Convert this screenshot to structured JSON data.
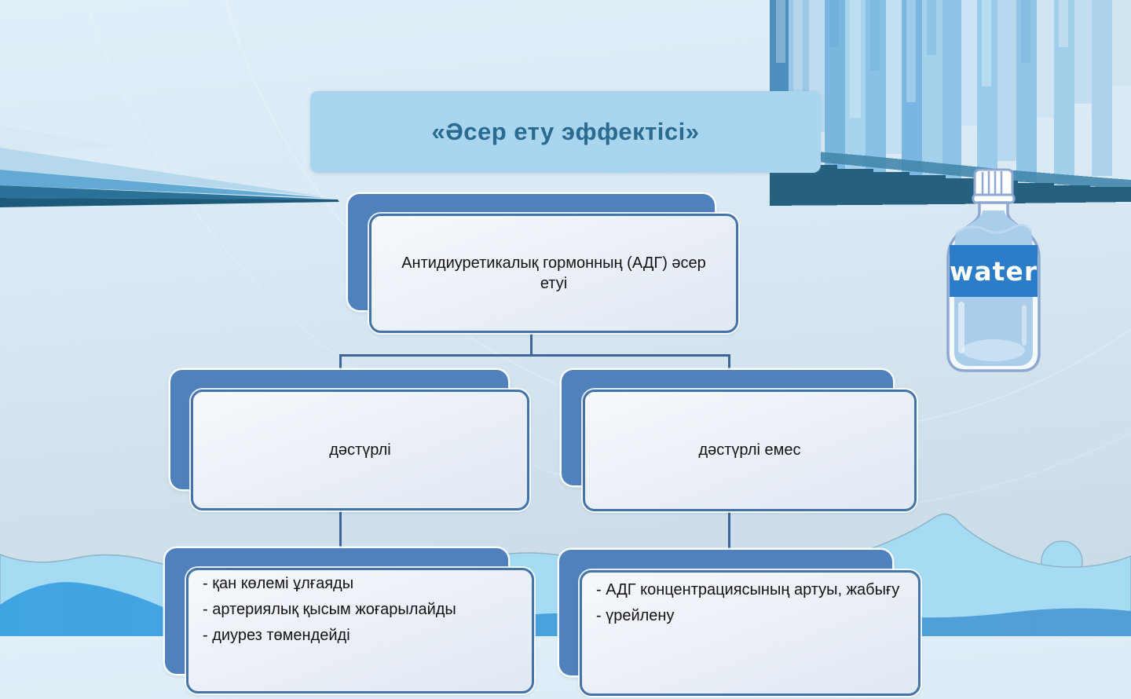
{
  "title": {
    "text": "«Әсер ету эффектісі»"
  },
  "diagram": {
    "root": {
      "label": "Антидиуретикалық гормонның (АДГ) әсер етуі"
    },
    "branches": [
      {
        "label": "дәстүрлі",
        "effects": [
          "- қан көлемі ұлғаяды",
          "- артериялық қысым жоғарылайды",
          "- диурез төмендейді"
        ]
      },
      {
        "label": "дәстүрлі емес",
        "effects": [
          "- АДГ концентрациясының артуы, жабығу",
          "- үрейлену"
        ]
      }
    ]
  },
  "illustration": {
    "bottle_label": "water"
  },
  "colors": {
    "node_back": "#4f81bd",
    "node_front_border": "#4473a8",
    "connector": "#3d6493",
    "title_box_bg": "#a9d5ee",
    "title_text": "#2b6b8f",
    "cascade_dark_band": "#25617f",
    "wave_light": "#a6dbf4",
    "wave_dark": "#3fa5e2",
    "bottle_label_bg": "#2b7cc9"
  }
}
